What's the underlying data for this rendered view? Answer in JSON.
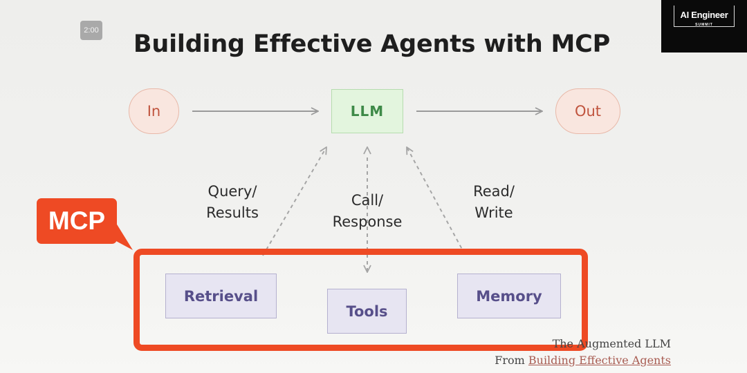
{
  "timer": "2:00",
  "brand": {
    "title": "AI Engineer",
    "subtitle": "SUMMIT"
  },
  "slide": {
    "title": "Building Effective Agents with MCP",
    "nodes": {
      "in": "In",
      "llm": "LLM",
      "out": "Out",
      "retrieval": "Retrieval",
      "tools": "Tools",
      "memory": "Memory"
    },
    "labels": {
      "query": [
        "Query/",
        "Results"
      ],
      "call": [
        "Call/",
        "Response"
      ],
      "read": [
        "Read/",
        "Write"
      ]
    },
    "mcp_label": "MCP",
    "caption": {
      "line1": "The Augmented LLM",
      "prefix": "From",
      "link": "Building Effective Agents"
    }
  },
  "colors": {
    "highlight": "#ee4a24",
    "in_out": "#c0543e",
    "llm": "#3e8a48",
    "tool": "#574f8a"
  }
}
